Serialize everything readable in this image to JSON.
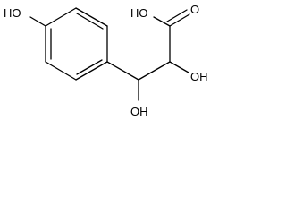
{
  "molecule": {
    "atom_labels": {
      "phenol_hydroxyl": "HO",
      "carboxyl_hydroxyl": "HO",
      "carbonyl_oxygen": "O",
      "alpha_hydroxyl": "OH",
      "beta_hydroxyl": "OH"
    }
  },
  "colors": {
    "background": "#ffffff",
    "ink": "#000000"
  }
}
